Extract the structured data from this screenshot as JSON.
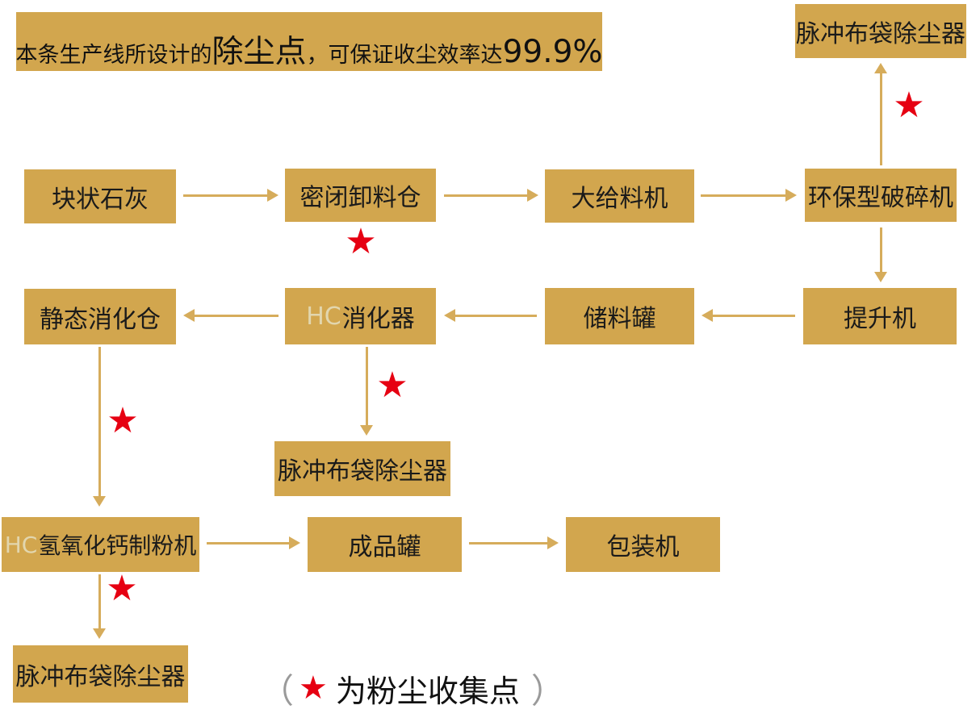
{
  "banner": {
    "prefix": "本条生产线所设计的",
    "highlight": "除尘点",
    "middle": "，可保证收尘效率达",
    "percent": "99.9%"
  },
  "nodes": {
    "dust_collector_top": {
      "label": "脉冲布袋除尘器"
    },
    "lump_lime": {
      "label": "块状石灰"
    },
    "sealed_unloading_bin": {
      "label": "密闭卸料仓"
    },
    "large_feeder": {
      "label": "大给料机"
    },
    "eco_crusher": {
      "label": "环保型破碎机"
    },
    "static_digestion_bin": {
      "label": "静态消化仓"
    },
    "hc_digester": {
      "prefix": "HC",
      "label": "消化器"
    },
    "storage_tank": {
      "label": "储料罐"
    },
    "elevator": {
      "label": "提升机"
    },
    "dust_collector_mid": {
      "label": "脉冲布袋除尘器"
    },
    "hc_powder_machine": {
      "prefix": "HC",
      "label": "氢氧化钙制粉机"
    },
    "finished_tank": {
      "label": "成品罐"
    },
    "packing_machine": {
      "label": "包装机"
    },
    "dust_collector_bottom": {
      "label": "脉冲布袋除尘器"
    }
  },
  "star_glyph": "★",
  "legend": {
    "open_paren": "（",
    "star": "★",
    "text": "为粉尘收集点",
    "close_paren": "）"
  },
  "colors": {
    "gold": "#D2A64E",
    "arrow": "#D6AC5B",
    "red": "#E60012",
    "hc_text": "#E2D6AE"
  }
}
